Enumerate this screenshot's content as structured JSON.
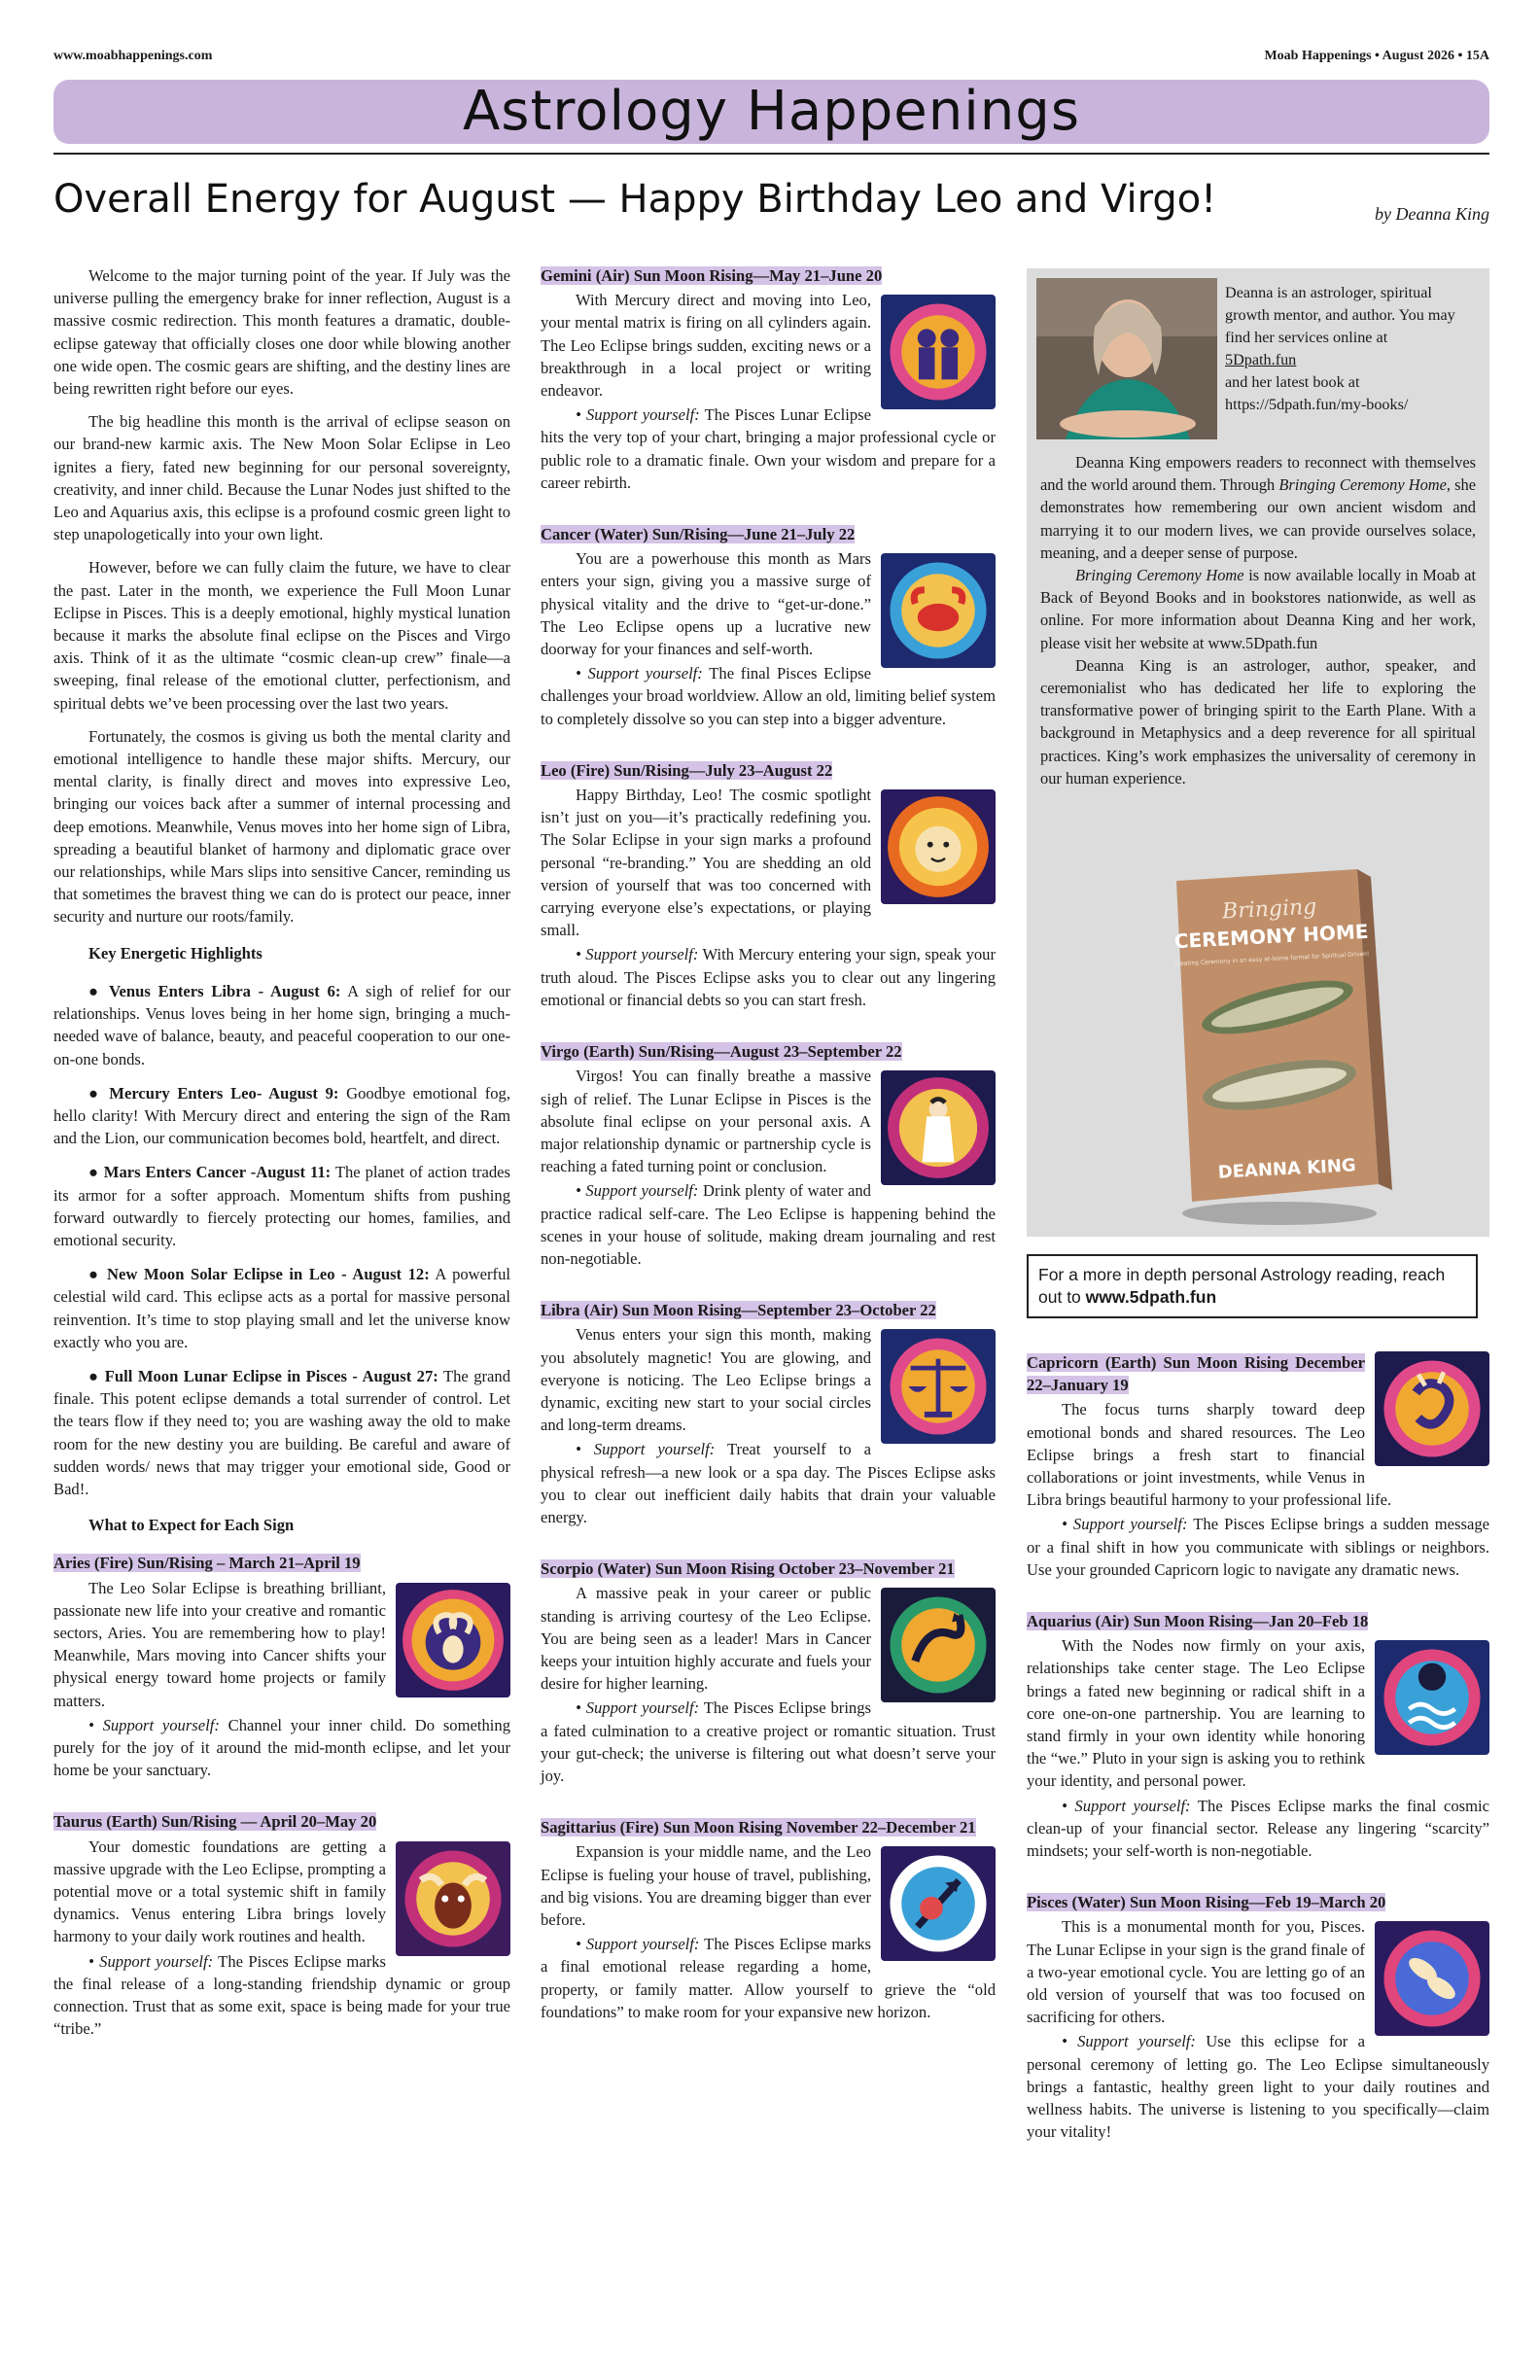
{
  "header": {
    "url": "www.moabhappenings.com",
    "issue": "Moab Happenings  •  August 2026  •  15A"
  },
  "banner": {
    "title": "Astrology Happenings"
  },
  "article": {
    "headline": "Overall Energy for August — Happy Birthday Leo and Virgo!",
    "byline": "by Deanna King",
    "intro": [
      "Welcome to the major turning point of the year. If July was the universe pulling the emergency brake for inner reflection, August is a massive cosmic redirection. This month features a dramatic, double-eclipse gateway that officially closes one door while blowing another one wide open. The cosmic gears are shifting, and the destiny lines are being rewritten right before our eyes.",
      "The big headline this month is the arrival of eclipse season on our brand-new karmic axis. The New Moon Solar Eclipse in Leo ignites a fiery, fated new beginning for our personal sovereignty, creativity, and inner child. Because the Lunar Nodes just shifted to the Leo and Aquarius axis, this eclipse is a profound cosmic green light to step unapologetically into your own light.",
      "However, before we can fully claim the future, we have to clear the past. Later in the month, we experience the Full Moon Lunar Eclipse in Pisces. This is a deeply emotional, highly mystical lunation because it marks the absolute final eclipse on the Pisces and Virgo axis. Think of it as the ultimate “cosmic clean-up crew” finale—a sweeping, final release of the emotional clutter, perfectionism, and spiritual debts we’ve been processing over the last two years.",
      "Fortunately, the cosmos is giving us both the mental clarity and emotional intelligence to handle these major shifts. Mercury, our mental clarity, is finally direct and moves into expressive Leo, bringing our voices back after a summer of internal processing and deep emotions. Meanwhile, Venus moves into her home sign of Libra, spreading a beautiful blanket of harmony and diplomatic grace over our relationships, while Mars slips into sensitive Cancer, reminding us that sometimes the bravest thing we can do is protect our peace, inner security and nurture our roots/family."
    ],
    "highlights_heading": "Key Energetic Highlights",
    "highlights": [
      {
        "title": "● Venus Enters Libra - August 6:",
        "text": " A sigh of relief for our relationships. Venus loves being in her home sign, bringing a much-needed wave of balance, beauty, and peaceful cooperation to our one-on-one bonds."
      },
      {
        "title": "● Mercury Enters Leo- August 9:",
        "text": " Goodbye emotional fog, hello clarity! With Mercury direct and entering the sign of the Ram and the Lion, our communication becomes bold, heartfelt, and direct."
      },
      {
        "title": "● Mars Enters Cancer -August 11:",
        "text": " The planet of action trades its armor for a softer approach. Momentum shifts from pushing forward outwardly to fiercely protecting our homes, families, and emotional security."
      },
      {
        "title": "● New Moon Solar Eclipse in Leo - August 12:",
        "text": " A powerful celestial wild card. This eclipse acts as a portal for massive personal reinvention. It’s time to stop playing small and let the universe know exactly who you are."
      },
      {
        "title": "● Full Moon Lunar Eclipse in Pisces - August 27:",
        "text": " The grand finale. This potent eclipse demands a total surrender of control. Let the tears flow if they need to; you are washing away the old to make room for the new destiny you are building. Be careful and aware of sudden words/ news that may trigger your emotional side, Good or Bad!."
      }
    ],
    "signs_heading": "What to Expect for Each Sign"
  },
  "signs": {
    "aries": {
      "title": "Aries (Fire) Sun/Rising – March 21–April 19",
      "body": "The Leo Solar Eclipse is breathing brilliant, passionate new life into your creative and romantic sectors, Aries. You are remembering how to play! Meanwhile, Mars moving into Cancer shifts your physical energy toward home projects or family matters.",
      "support_label": "• Support yourself:",
      "support": " Channel your inner child. Do something purely for the joy of it around the mid-month eclipse, and let your home be your sanctuary."
    },
    "taurus": {
      "title": "Taurus (Earth) Sun/Rising — April 20–May 20",
      "body": "Your domestic foundations are getting a massive upgrade with the Leo Eclipse, prompting a potential move or a total systemic shift in family dynamics. Venus entering Libra brings lovely harmony to your daily work routines and health.",
      "support_label": "• Support yourself:",
      "support": " The Pisces Eclipse marks the final release of a long-standing friendship dynamic or group connection. Trust that as some exit, space is being made for your true “tribe.”"
    },
    "gemini": {
      "title": "Gemini (Air) Sun Moon Rising—May 21–June 20",
      "body": "With Mercury direct and moving into Leo, your mental matrix is firing on all cylinders again. The Leo Eclipse brings sudden, exciting news or a breakthrough in a local project or writing endeavor.",
      "support_label": "• Support yourself:",
      "support": " The Pisces Lunar Eclipse hits the very top of your chart, bringing a major professional cycle or public role to a dramatic finale. Own your wisdom and prepare for a career rebirth."
    },
    "cancer": {
      "title": "Cancer (Water) Sun/Rising—June 21–July 22",
      "body": "You are a powerhouse this month as Mars enters your sign, giving you a massive surge of physical vitality and the drive to “get-ur-done.” The Leo Eclipse opens up a lucrative new doorway for your finances and self-worth.",
      "support_label": "• Support yourself:",
      "support": " The final Pisces Eclipse challenges your broad worldview. Allow an old, limiting belief system to completely dissolve so you can step into a bigger adventure."
    },
    "leo": {
      "title": "Leo (Fire) Sun/Rising—July 23–August 22",
      "body": "Happy Birthday, Leo! The cosmic spotlight isn’t just on you—it’s practically redefining you. The Solar Eclipse in your sign marks a profound personal “re-branding.” You are shedding an old version of yourself that was too concerned with carrying everyone else’s expectations, or playing small.",
      "support_label": "• Support yourself:",
      "support": " With Mercury entering your sign, speak your truth aloud. The Pisces Eclipse asks you to clear out any lingering emotional or financial debts so you can start fresh."
    },
    "virgo": {
      "title": "Virgo (Earth) Sun/Rising—August 23–September 22",
      "body": "Virgos! You can finally breathe a massive sigh of relief. The Lunar Eclipse in Pisces is the absolute final eclipse on your personal axis. A major relationship dynamic or partnership cycle is reaching a fated turning point or conclusion.",
      "support_label": "• Support yourself:",
      "support": " Drink plenty of water and practice radical self-care. The Leo Eclipse is happening behind the scenes in your house of solitude, making dream journaling and rest non-negotiable."
    },
    "libra": {
      "title": "Libra (Air) Sun Moon Rising—September 23–October 22",
      "body": "Venus enters your sign this month, making you absolutely magnetic! You are glowing, and everyone is noticing. The Leo Eclipse brings a dynamic, exciting new start to your social circles and long-term dreams.",
      "support_label": "• Support yourself:",
      "support": " Treat yourself to a physical refresh—a new look or a spa day. The Pisces Eclipse asks you to clear out inefficient daily habits that drain your valuable energy."
    },
    "scorpio": {
      "title": "Scorpio (Water) Sun Moon Rising October 23–November 21",
      "body": "A massive peak in your career or public standing is arriving courtesy of the Leo Eclipse. You are being seen as a leader! Mars in Cancer keeps your intuition highly accurate and fuels your desire for higher learning.",
      "support_label": "• Support yourself:",
      "support": " The Pisces Eclipse brings a fated culmination to a creative project or romantic situation. Trust your gut-check; the universe is filtering out what doesn’t serve your joy."
    },
    "sagittarius": {
      "title": "Sagittarius (Fire) Sun Moon Rising November 22–December 21",
      "body": "Expansion is your middle name, and the Leo Eclipse is fueling your house of travel, publishing, and big visions. You are dreaming bigger than ever before.",
      "support_label": "• Support yourself:",
      "support": " The Pisces Eclipse marks a final emotional release regarding a home, property, or family matter. Allow yourself to grieve the “old foundations” to make room for your expansive new horizon."
    },
    "capricorn": {
      "title": "Capricorn (Earth) Sun Moon Rising December 22–January 19",
      "body": "The focus turns sharply toward deep emotional bonds and shared resources. The Leo Eclipse brings a fresh start to financial collaborations or joint investments, while Venus in Libra brings beautiful harmony to your professional life.",
      "support_label": "• Support yourself:",
      "support": " The Pisces Eclipse brings a sudden message or a final shift in how you communicate with siblings or neighbors. Use your grounded Capricorn logic to navigate any dramatic news."
    },
    "aquarius": {
      "title": "Aquarius (Air) Sun Moon Rising—Jan 20–Feb 18",
      "body": "With the Nodes now firmly on your axis, relationships take center stage. The Leo Eclipse brings a fated new beginning or radical shift in a core one-on-one partnership. You are learning to stand firmly in your own identity while honoring the “we.” Pluto in your sign is asking you to rethink your identity, and personal power.",
      "support_label": "• Support yourself:",
      "support": " The Pisces Eclipse marks the final cosmic clean-up of your financial sector. Release any lingering “scarcity” mindsets; your self-worth is non-negotiable."
    },
    "pisces": {
      "title": "Pisces (Water) Sun Moon Rising—Feb 19–March 20",
      "body": "This is a monumental month for you, Pisces. The Lunar Eclipse in your sign is the grand finale of a two-year emotional cycle. You are letting go of an old version of yourself that was too focused on sacrificing for others.",
      "support_label": "• Support yourself:",
      "support": " Use this eclipse for a personal ceremony of letting go. The Leo Eclipse simultaneously brings a fantastic, healthy green light to your daily routines and wellness habits. The universe is listening to you specifically—claim your vitality!"
    }
  },
  "bio": {
    "intro_line1": "Deanna is an astrologer, spiritual growth mentor, and author. You may find her services online at",
    "intro_link": "5Dpath.fun",
    "intro_line2": "and her latest book at https://5dpath.fun/my-books/",
    "p1_a": "Deanna King empowers readers to reconnect with themselves and the world around them. Through ",
    "p1_book": "Bringing Ceremony Home",
    "p1_b": ", she demonstrates how remembering our own ancient wisdom and marrying it to our modern lives, we can provide ourselves solace, meaning, and a deeper sense of purpose.",
    "p2_book": "Bringing Ceremony Home",
    "p2_b": " is now available locally in Moab at Back of Beyond Books and in bookstores nationwide, as well as online. For more information about Deanna King and her work, please visit her website at www.5Dpath.fun",
    "p3": "Deanna King is an astrologer, author, speaker, and ceremonialist who has dedicated her life to exploring the transformative power of bringing spirit to the Earth Plane. With a background in Metaphysics and a deep reverence for all spiritual practices. King’s work emphasizes the universality of ceremony in our human experience.",
    "book_script": "Bringing",
    "book_title": "CEREMONY HOME",
    "book_subtitle": "Creating Ceremony in an easy at-home format for Spiritual Driven!",
    "book_author": "DEANNA KING"
  },
  "cta": {
    "text": "For a more in depth personal Astrology reading, reach out to ",
    "link": "www.5dpath.fun"
  },
  "colors": {
    "banner": "#c9b5dc",
    "sign_highlight": "#d4c3e6",
    "bio_bg": "#dcdcdc"
  }
}
